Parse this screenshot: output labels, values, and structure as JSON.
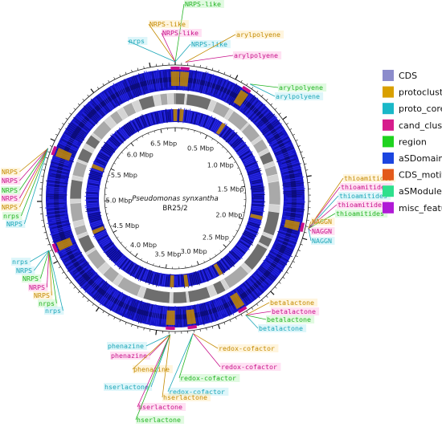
{
  "genome": {
    "organism": "Pseudomonas synxantha",
    "strain": "BR25/2"
  },
  "scale": {
    "unit_label": "Mbp",
    "total_mbp": 6.72,
    "labels": [
      "0.5 Mbp",
      "1.0 Mbp",
      "1.5 Mbp",
      "2.0 Mbp",
      "2.5 Mbp",
      "3.0 Mbp",
      "3.5 Mbp",
      "4.0 Mbp",
      "4.5 Mbp",
      "5.0 Mbp",
      "5.5 Mbp",
      "6.0 Mbp",
      "6.5 Mbp"
    ],
    "label_values": [
      0.5,
      1.0,
      1.5,
      2.0,
      2.5,
      3.0,
      3.5,
      4.0,
      4.5,
      5.0,
      5.5,
      6.0,
      6.5
    ]
  },
  "legend": [
    {
      "label": "CDS",
      "color": "#8c8ccc"
    },
    {
      "label": "protocluster",
      "color": "#d9a000"
    },
    {
      "label": "proto_core",
      "color": "#1ab8c8"
    },
    {
      "label": "cand_cluster",
      "color": "#d61c8c"
    },
    {
      "label": "region",
      "color": "#1fd31f"
    },
    {
      "label": "aSDomain",
      "color": "#1b45e0"
    },
    {
      "label": "CDS_motif",
      "color": "#e35a1a"
    },
    {
      "label": "aSModule",
      "color": "#2ee08c"
    },
    {
      "label": "misc_feature",
      "color": "#b01ad6"
    }
  ],
  "feature_colors": {
    "protocluster": "#c48a00",
    "proto_core": "#1aa6b8",
    "cand_cluster": "#c8108a",
    "region": "#22b422",
    "ring_blue": "#1414c8",
    "ring_dark": "#06065a"
  },
  "clusters": [
    {
      "pos_mbp": 0.0,
      "labels": [
        {
          "text": "NRPS-like",
          "type": "region"
        },
        {
          "text": "NRPS-like",
          "type": "protocluster"
        },
        {
          "text": "NRPS-like",
          "type": "cand_cluster"
        },
        {
          "text": "nrps",
          "type": "proto_core"
        },
        {
          "text": "NRPS-like",
          "type": "proto_core"
        }
      ]
    },
    {
      "pos_mbp": 0.08,
      "labels": [
        {
          "text": "arylpolyene",
          "type": "protocluster"
        },
        {
          "text": "arylpolyene",
          "type": "cand_cluster"
        }
      ]
    },
    {
      "pos_mbp": 0.62,
      "labels": [
        {
          "text": "arylpolyene",
          "type": "region"
        },
        {
          "text": "arylpolyene",
          "type": "proto_core"
        }
      ]
    },
    {
      "pos_mbp": 1.92,
      "labels": [
        {
          "text": "thioamitides",
          "type": "protocluster"
        },
        {
          "text": "thioamitides",
          "type": "cand_cluster"
        },
        {
          "text": "thioamitides",
          "type": "proto_core"
        },
        {
          "text": "thioamitides",
          "type": "cand_cluster"
        },
        {
          "text": "thioamitides",
          "type": "region"
        },
        {
          "text": "NAGGN",
          "type": "protocluster"
        },
        {
          "text": "NAGGN",
          "type": "cand_cluster"
        },
        {
          "text": "NAGGN",
          "type": "proto_core"
        }
      ]
    },
    {
      "pos_mbp": 2.78,
      "labels": [
        {
          "text": "betalactone",
          "type": "protocluster"
        },
        {
          "text": "betalactone",
          "type": "cand_cluster"
        },
        {
          "text": "betalactone",
          "type": "region"
        },
        {
          "text": "betalactone",
          "type": "proto_core"
        }
      ]
    },
    {
      "pos_mbp": 3.22,
      "labels": [
        {
          "text": "redox-cofactor",
          "type": "protocluster"
        },
        {
          "text": "redox-cofactor",
          "type": "cand_cluster"
        },
        {
          "text": "redox-cofactor",
          "type": "region"
        },
        {
          "text": "redox-cofactor",
          "type": "proto_core"
        }
      ]
    },
    {
      "pos_mbp": 3.4,
      "labels": [
        {
          "text": "phenazine",
          "type": "proto_core"
        },
        {
          "text": "phenazine",
          "type": "cand_cluster"
        },
        {
          "text": "phenazine",
          "type": "protocluster"
        },
        {
          "text": "hserlactone",
          "type": "proto_core"
        },
        {
          "text": "hserlactone",
          "type": "protocluster"
        },
        {
          "text": "hserlactone",
          "type": "cand_cluster"
        },
        {
          "text": "hserlactone",
          "type": "region"
        }
      ]
    },
    {
      "pos_mbp": 4.62,
      "labels": [
        {
          "text": "nrps",
          "type": "proto_core"
        },
        {
          "text": "NRPS",
          "type": "proto_core"
        },
        {
          "text": "NRPS",
          "type": "region"
        },
        {
          "text": "NRPS",
          "type": "cand_cluster"
        },
        {
          "text": "NRPS",
          "type": "protocluster"
        },
        {
          "text": "nrps",
          "type": "region"
        },
        {
          "text": "nrps",
          "type": "proto_core"
        }
      ]
    },
    {
      "pos_mbp": 5.44,
      "labels": [
        {
          "text": "NRPS",
          "type": "protocluster"
        },
        {
          "text": "NRPS",
          "type": "cand_cluster"
        },
        {
          "text": "NRPS",
          "type": "region"
        },
        {
          "text": "NRPS",
          "type": "cand_cluster"
        },
        {
          "text": "NRPS",
          "type": "protocluster"
        },
        {
          "text": "nrps",
          "type": "region"
        },
        {
          "text": "NRPS",
          "type": "proto_core"
        }
      ]
    }
  ]
}
